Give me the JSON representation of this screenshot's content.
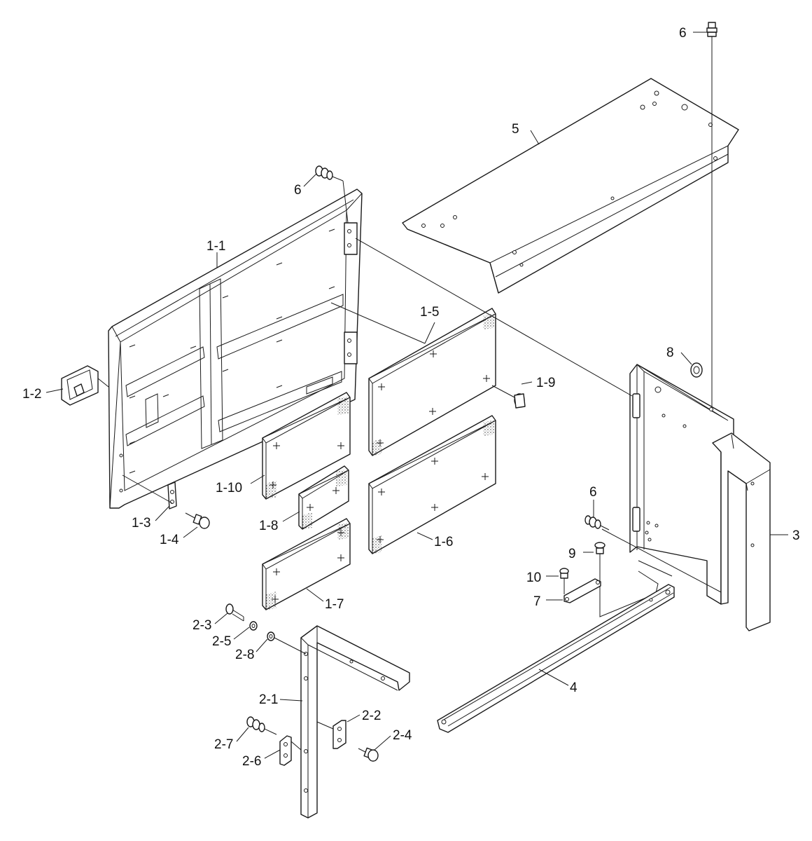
{
  "diagram": {
    "labels": {
      "p1_1": "1-1",
      "p1_2": "1-2",
      "p1_3": "1-3",
      "p1_4": "1-4",
      "p1_5": "1-5",
      "p1_6": "1-6",
      "p1_7": "1-7",
      "p1_8": "1-8",
      "p1_9": "1-9",
      "p1_10": "1-10",
      "p2_1": "2-1",
      "p2_2": "2-2",
      "p2_3": "2-3",
      "p2_4": "2-4",
      "p2_5": "2-5",
      "p2_6": "2-6",
      "p2_7": "2-7",
      "p2_8": "2-8",
      "p3": "3",
      "p4": "4",
      "p5": "5",
      "p6_top": "6",
      "p6_door": "6",
      "p6_side": "6",
      "p7": "7",
      "p8": "8",
      "p9": "9",
      "p10": "10"
    }
  }
}
